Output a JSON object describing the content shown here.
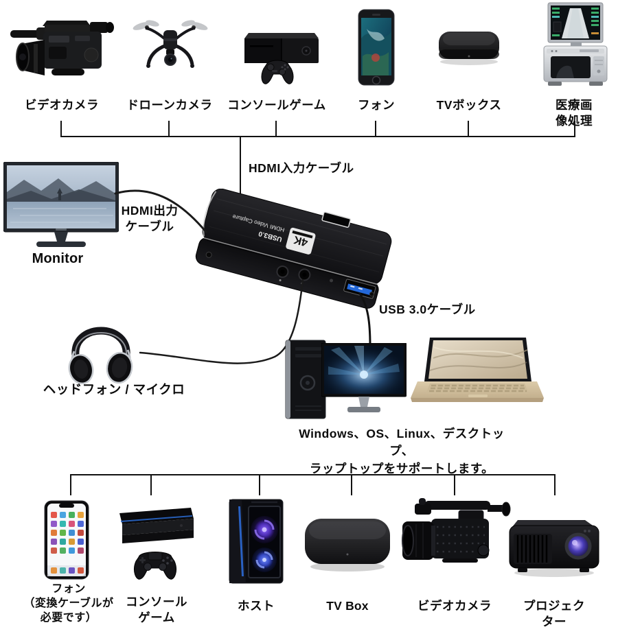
{
  "diagram": {
    "background": "#ffffff",
    "line_color": "#111111",
    "accent_blue": "#2468d8"
  },
  "top_section": {
    "devices": [
      {
        "label": "ビデオカメラ",
        "icon": "pro-video-camera-icon"
      },
      {
        "label": "ドローンカメラ",
        "icon": "drone-camera-icon"
      },
      {
        "label": "コンソールゲーム",
        "icon": "game-console-icon"
      },
      {
        "label": "フォン",
        "icon": "smartphone-icon"
      },
      {
        "label": "TVボックス",
        "icon": "tv-box-icon"
      },
      {
        "label": "医療画像処理",
        "icon": "medical-imaging-icon"
      }
    ],
    "hdmi_input_cable_label": "HDMI入力ケーブル"
  },
  "middle_section": {
    "monitor_label": "Monitor",
    "hdmi_output_cable_label": "HDMI出力\nケーブル",
    "capture_device": {
      "logo_text": "4K",
      "print_line1": "USB3.0",
      "print_line2": "HDMI Video Capture"
    },
    "usb_cable_label": "USB 3.0ケーブル",
    "headphone_mic_label": "ヘッドフォン / マイクロ",
    "support_text": "Windows、OS、Linux、デスクトップ、\nラップトップをサポートします。"
  },
  "bottom_section": {
    "devices": [
      {
        "label": "フォン\n（変換ケーブルが\n必要です）",
        "icon": "iphone-x-icon"
      },
      {
        "label": "コンソール\nゲーム",
        "icon": "ps4-console-icon"
      },
      {
        "label": "ホスト",
        "icon": "gaming-pc-icon"
      },
      {
        "label": "TV Box",
        "icon": "tv-box-icon"
      },
      {
        "label": "ビデオカメラ",
        "icon": "camcorder-icon"
      },
      {
        "label": "プロジェクター",
        "icon": "projector-icon"
      }
    ]
  }
}
